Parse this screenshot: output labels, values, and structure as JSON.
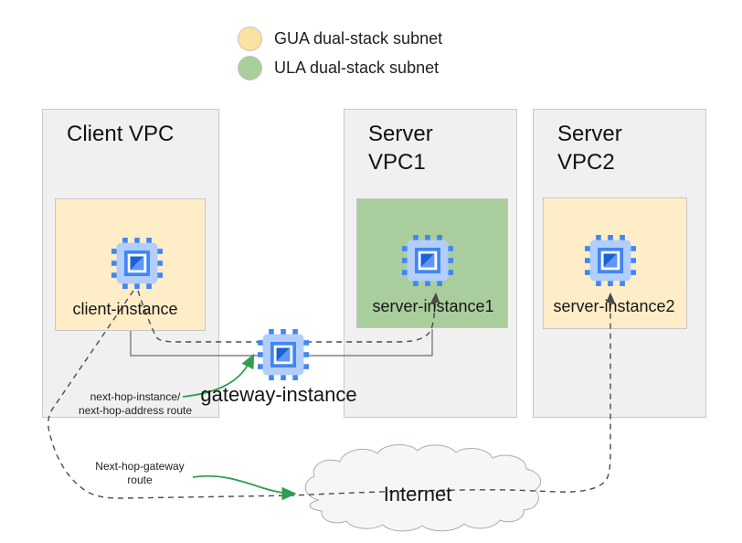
{
  "legend": {
    "items": [
      {
        "id": "gua",
        "label": "GUA dual-stack subnet",
        "color": "#fbe2a0"
      },
      {
        "id": "ula",
        "label": "ULA dual-stack subnet",
        "color": "#a9ce9d"
      }
    ]
  },
  "vpcs": [
    {
      "title_line1": "Client VPC",
      "subnet_type": "GUA dual-stack subnet",
      "instance_label": "client-instance"
    },
    {
      "title_line1": "Server",
      "title_line2": "VPC1",
      "subnet_type": "ULA dual-stack subnet",
      "instance_label": "server-instance1"
    },
    {
      "title_line1": "Server",
      "title_line2": "VPC2",
      "subnet_type": "GUA dual-stack subnet",
      "instance_label": "server-instance2"
    }
  ],
  "gateway": {
    "label": "gateway-instance"
  },
  "internet": {
    "label": "Internet"
  },
  "annotations": {
    "instance_route": {
      "line1": "next-hop-instance/",
      "line2": "next-hop-address route"
    },
    "gateway_route": {
      "line1": "Next-hop-gateway",
      "line2": "route"
    }
  },
  "icons": {
    "chip": "compute-instance-chip-icon",
    "cloud": "internet-cloud-icon"
  },
  "colors": {
    "gua_subnet": "#feedc7",
    "ula_subnet": "#a9cd9c",
    "vpc_fill": "#f0f0f1",
    "vpc_border": "#c7c9cd",
    "route_arrow_green": "#2f9e4e",
    "dashed_line": "#4b4b4b",
    "solid_line": "#6b6b6b",
    "chip_body": "#b3cefa",
    "chip_pin": "#4285f4",
    "chip_dark": "#1b62d6",
    "cloud_fill": "#f5f6f8"
  }
}
